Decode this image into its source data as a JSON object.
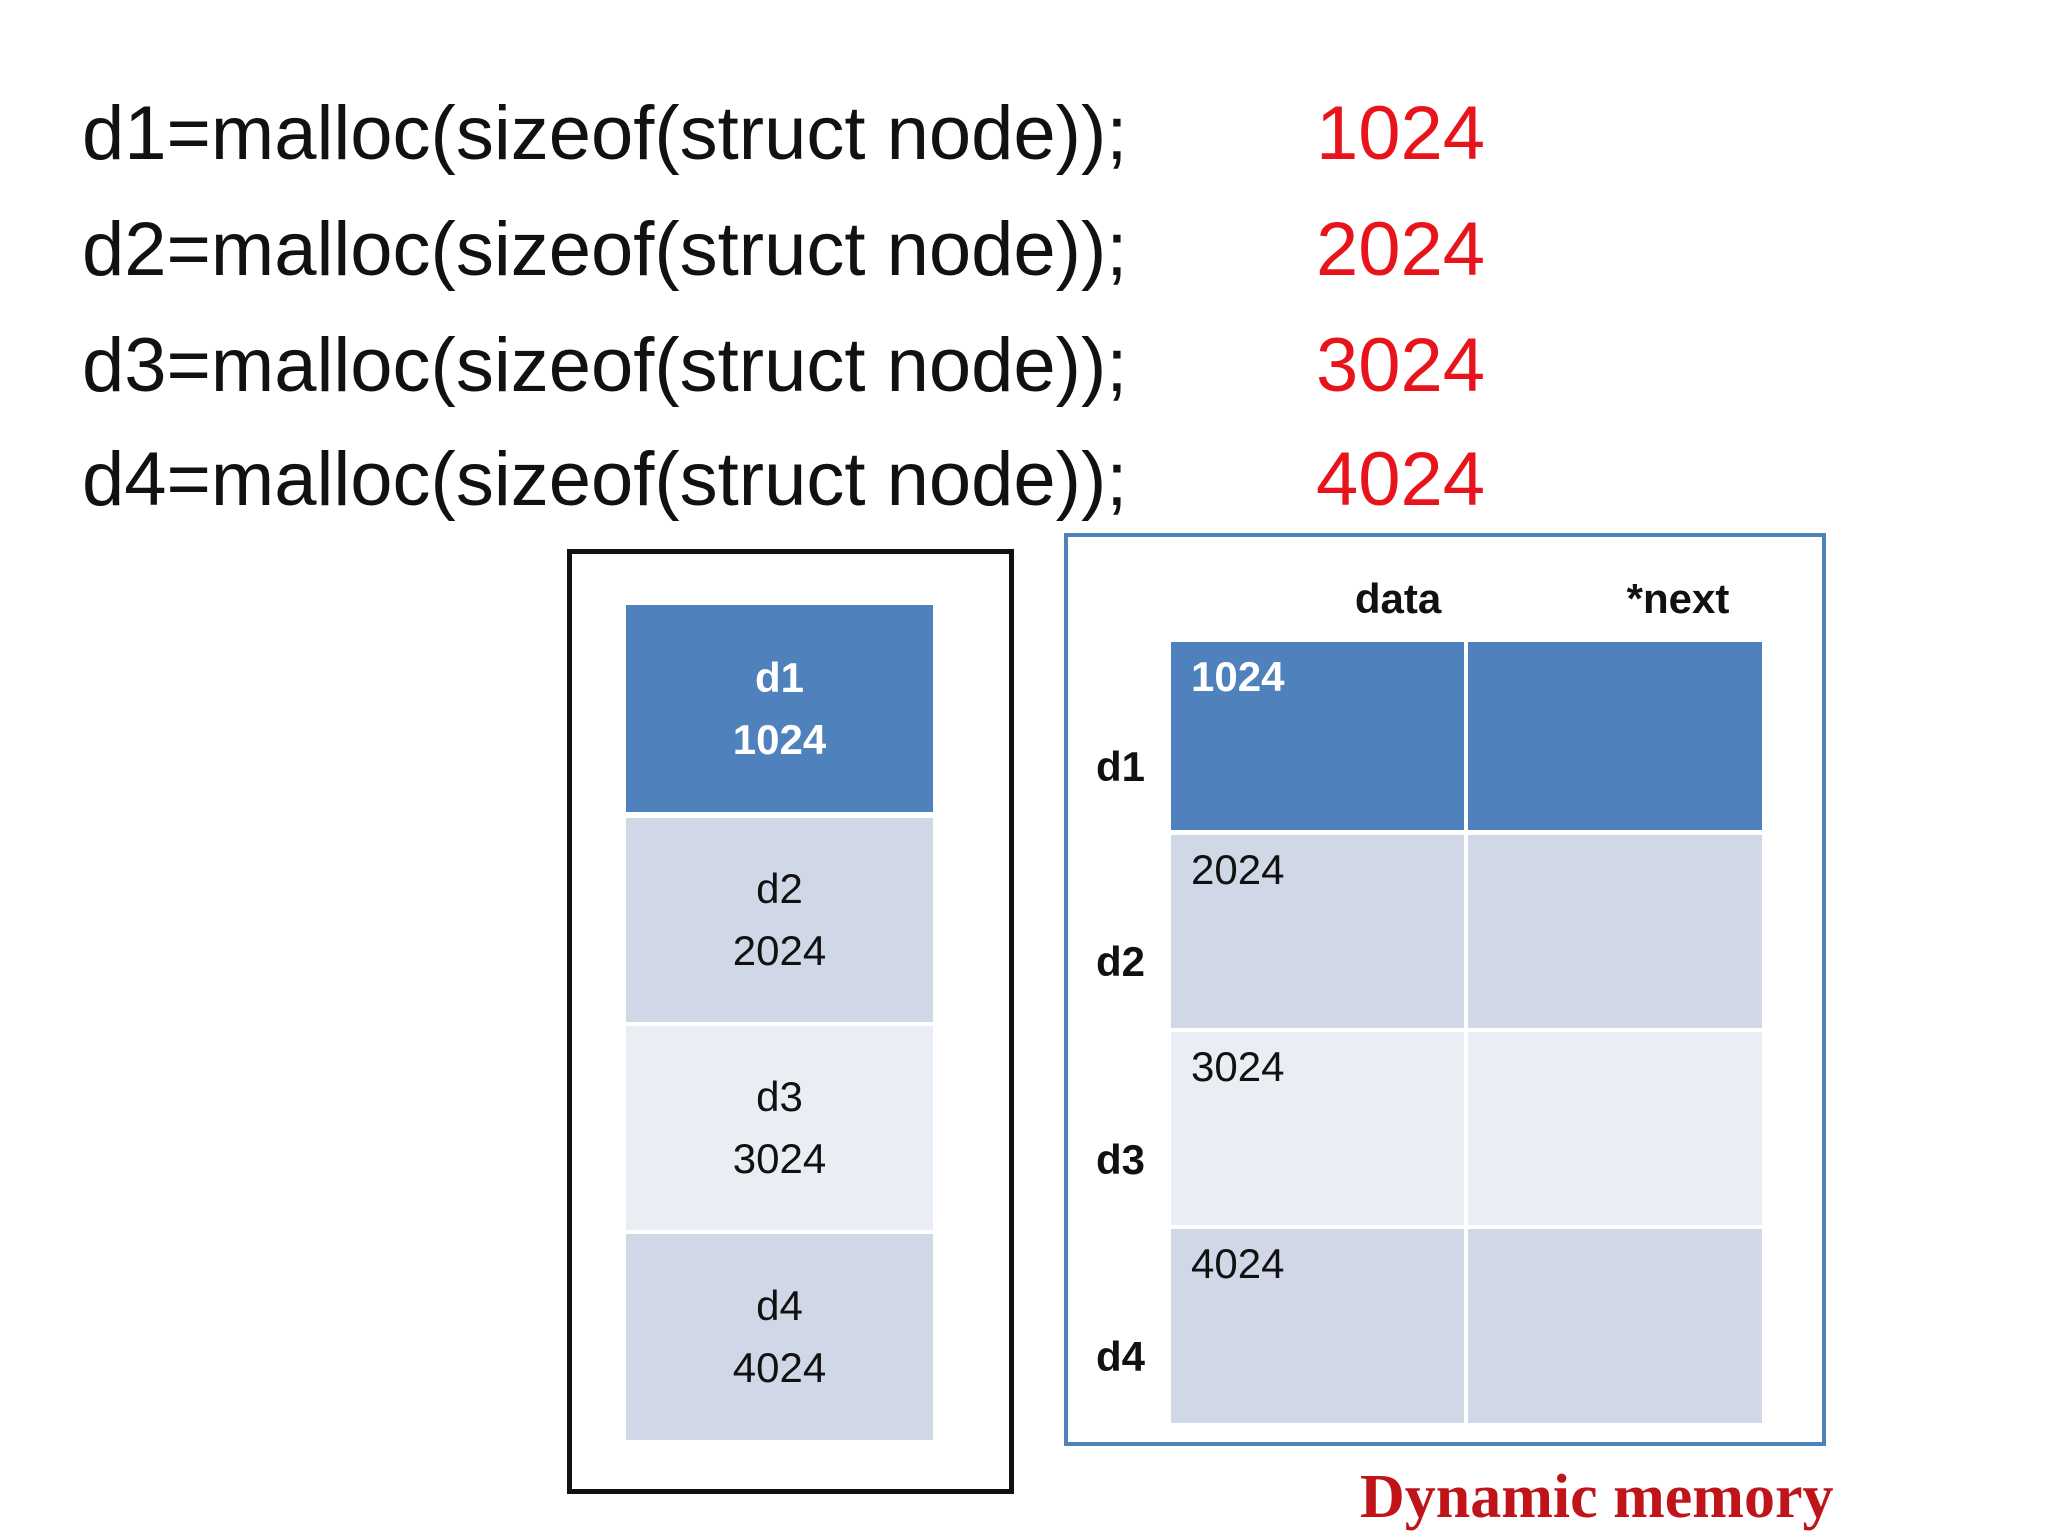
{
  "code_lines": [
    {
      "code": "d1=malloc(sizeof(struct node));",
      "address": "1024"
    },
    {
      "code": "d2=malloc(sizeof(struct node));",
      "address": "2024"
    },
    {
      "code": "d3=malloc(sizeof(struct node));",
      "address": "3024"
    },
    {
      "code": "d4=malloc(sizeof(struct node));",
      "address": "4024"
    }
  ],
  "stack": [
    {
      "name": "d1",
      "value": "1024"
    },
    {
      "name": "d2",
      "value": "2024"
    },
    {
      "name": "d3",
      "value": "3024"
    },
    {
      "name": "d4",
      "value": "4024"
    }
  ],
  "memory": {
    "headers": {
      "data": "data",
      "next": "*next"
    },
    "rows": [
      {
        "label": "d1",
        "data": "1024",
        "next": ""
      },
      {
        "label": "d2",
        "data": "2024",
        "next": ""
      },
      {
        "label": "d3",
        "data": "3024",
        "next": ""
      },
      {
        "label": "d4",
        "data": "4024",
        "next": ""
      }
    ]
  },
  "caption": "Dynamic memory",
  "colors": {
    "address_red": "#e8141b",
    "caption_red": "#c0141b",
    "accent_blue": "#4f81bd",
    "cell_light": "#d0d8e8",
    "cell_lighter": "#e9edf4"
  }
}
